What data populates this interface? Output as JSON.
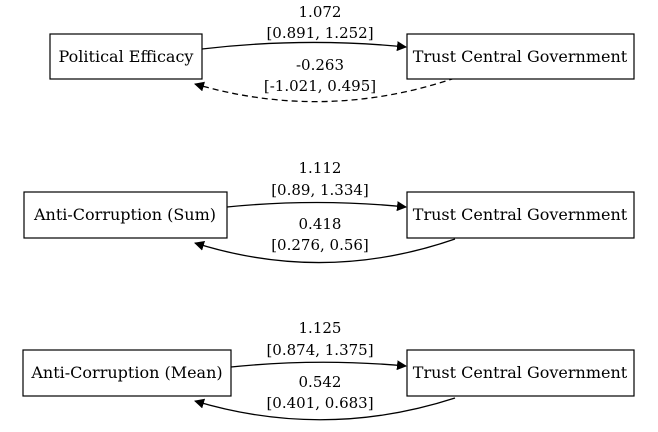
{
  "panels": [
    {
      "left_label": "Political Efficacy",
      "right_label": "Trust Central Government",
      "forward": {
        "estimate": "1.072",
        "ci": "[0.891, 1.252]",
        "style": "solid"
      },
      "backward": {
        "estimate": "-0.263",
        "ci": "[-1.021, 0.495]",
        "style": "dashed"
      }
    },
    {
      "left_label": "Anti-Corruption (Sum)",
      "right_label": "Trust Central Government",
      "forward": {
        "estimate": "1.112",
        "ci": "[0.89, 1.334]",
        "style": "solid"
      },
      "backward": {
        "estimate": "0.418",
        "ci": "[0.276, 0.56]",
        "style": "solid"
      }
    },
    {
      "left_label": "Anti-Corruption (Mean)",
      "right_label": "Trust Central Government",
      "forward": {
        "estimate": "1.125",
        "ci": "[0.874, 1.375]",
        "style": "solid"
      },
      "backward": {
        "estimate": "0.542",
        "ci": "[0.401, 0.683]",
        "style": "solid"
      }
    }
  ]
}
